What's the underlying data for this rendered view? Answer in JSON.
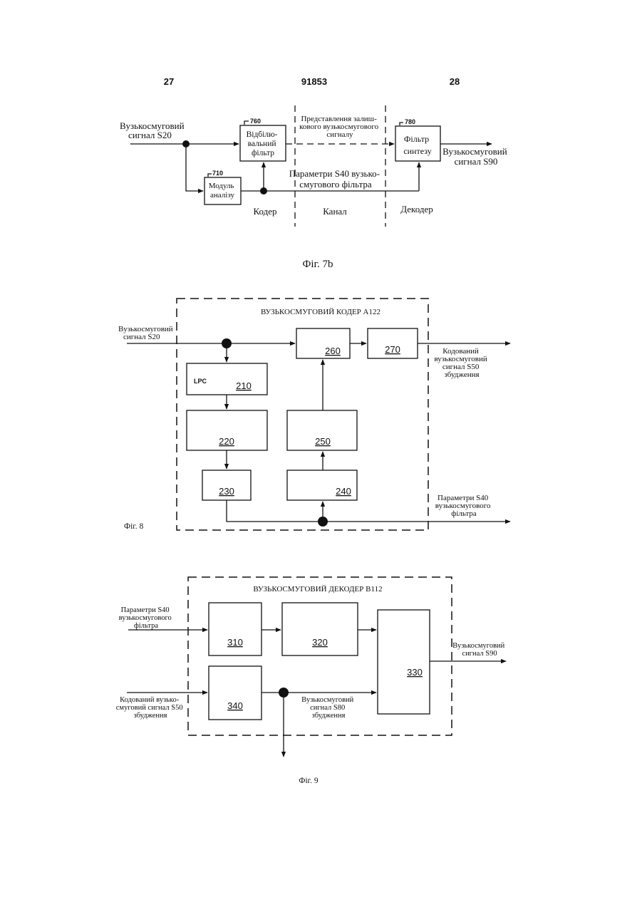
{
  "header": {
    "page_left": "27",
    "doc_number": "91853",
    "page_right": "28"
  },
  "fig7b": {
    "input_label": [
      "Вузькосмуговий",
      "сигнал S20"
    ],
    "whitening_filter": {
      "ref": "760",
      "label": [
        "Відбілю-",
        "вальний",
        "фільтр"
      ]
    },
    "analysis_module": {
      "ref": "710",
      "label": [
        "Модуль",
        "аналізу"
      ]
    },
    "synthesis_filter": {
      "ref": "780",
      "label": [
        "Фільтр",
        "синтезу"
      ]
    },
    "residual_label": [
      "Представлення залиш-",
      "кового вузькосмугового",
      "сигналу"
    ],
    "params_label": [
      "Параметри S40 вузько-",
      "смугового фільтра"
    ],
    "output_label": [
      "Вузькосмуговий",
      "сигнал S90"
    ],
    "coder": "Кодер",
    "channel": "Канал",
    "decoder": "Декодер",
    "caption": "Фіг. 7b"
  },
  "fig8": {
    "title": "ВУЗЬКОСМУГОВИЙ КОДЕР А122",
    "input_label": [
      "Вузькосмуговий",
      "сигнал S20"
    ],
    "lpc_text": "LPC",
    "blocks": {
      "b210": "210",
      "b220": "220",
      "b230": "230",
      "b240": "240",
      "b250": "250",
      "b260": "260",
      "b270": "270"
    },
    "output_excitation": [
      "Кодований",
      "вузькосмуговий",
      "сигнал S50",
      "збудження"
    ],
    "output_params": [
      "Параметри S40",
      "вузькосмугового",
      "фільтра"
    ],
    "caption": "Фіг. 8"
  },
  "fig9": {
    "title": "ВУЗЬКОСМУГОВИЙ ДЕКОДЕР В112",
    "input_params": [
      "Параметри S40",
      "вузькосмугового",
      "фільтра"
    ],
    "input_excitation": [
      "Кодований вузько-",
      "смуговий сигнал S50",
      "збудження"
    ],
    "blocks": {
      "b310": "310",
      "b320": "320",
      "b330": "330",
      "b340": "340"
    },
    "excitation_label": [
      "Вузькосмуговий",
      "сигнал S80",
      "збудження"
    ],
    "output_label": [
      "Вузькосмуговий",
      "сигнал S90"
    ],
    "caption": "Фіг. 9"
  }
}
